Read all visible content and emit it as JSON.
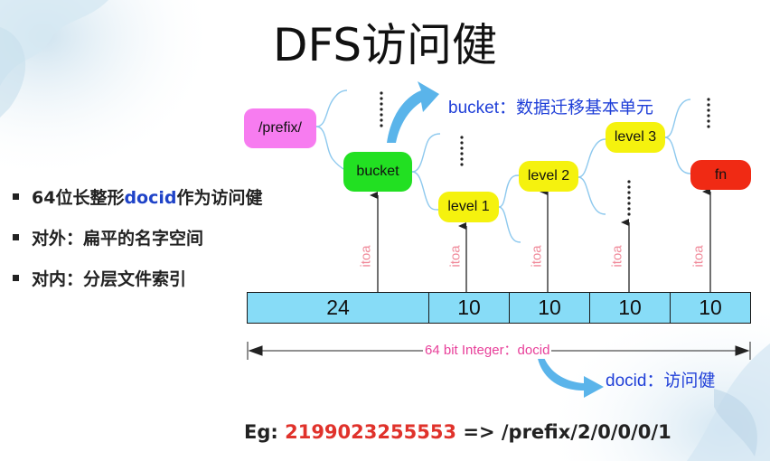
{
  "title": "DFS访问健",
  "bullets": [
    {
      "pre": "64位长整形",
      "highlight": "docid",
      "post": "作为访问健"
    },
    {
      "pre": "对外：扁平的名字空间",
      "highlight": "",
      "post": ""
    },
    {
      "pre": "对内：分层文件索引",
      "highlight": "",
      "post": ""
    }
  ],
  "nodes": {
    "prefix": "/prefix/",
    "bucket": "bucket",
    "level1": "level 1",
    "level2": "level 2",
    "level3": "level 3",
    "fn": "fn"
  },
  "bucket_note": "bucket：数据迁移基本单元",
  "itoa_label": "itoa",
  "segments": [
    "24",
    "10",
    "10",
    "10",
    "10"
  ],
  "bit_label": "64 bit Integer：docid",
  "docid_note": "docid：访问健",
  "example": {
    "prefix": "Eg: ",
    "number": "2199023255553",
    "suffix": " => /prefix/2/0/0/0/1"
  },
  "colors": {
    "prefix": "#f77cf0",
    "bucket": "#22e022",
    "level": "#f5f20e",
    "fn": "#f02a14",
    "segment": "#87dcf7",
    "blue": "#1f3fd8",
    "pink": "#e8409a"
  }
}
